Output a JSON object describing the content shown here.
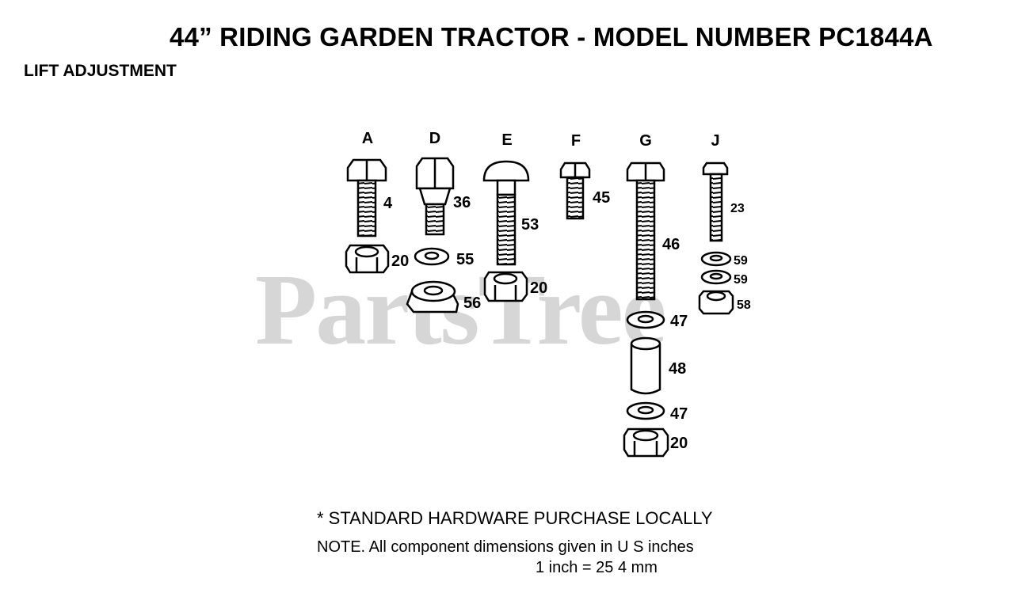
{
  "header": {
    "title": "44” RIDING GARDEN TRACTOR - MODEL NUMBER PC1844A",
    "subtitle": "LIFT ADJUSTMENT"
  },
  "watermark": "PartsTree",
  "columns": {
    "a": "A",
    "d": "D",
    "e": "E",
    "f": "F",
    "g": "G",
    "j": "J"
  },
  "parts": {
    "a_bolt": "4",
    "a_nut": "20",
    "d_bolt": "36",
    "d_washer": "55",
    "d_nut": "56",
    "e_bolt": "53",
    "e_nut": "20",
    "f_bolt": "45",
    "g_bolt": "46",
    "g_washer_top": "47",
    "g_spacer": "48",
    "g_washer_bottom": "47",
    "g_nut": "20",
    "j_bolt": "23",
    "j_washer_1": "59",
    "j_washer_2": "59",
    "j_nut": "58"
  },
  "notes": {
    "standard_hardware": "* STANDARD HARDWARE PURCHASE LOCALLY",
    "dimensions": "NOTE. All component dimensions given in U S  inches",
    "conversion": "1 inch = 25 4 mm"
  }
}
